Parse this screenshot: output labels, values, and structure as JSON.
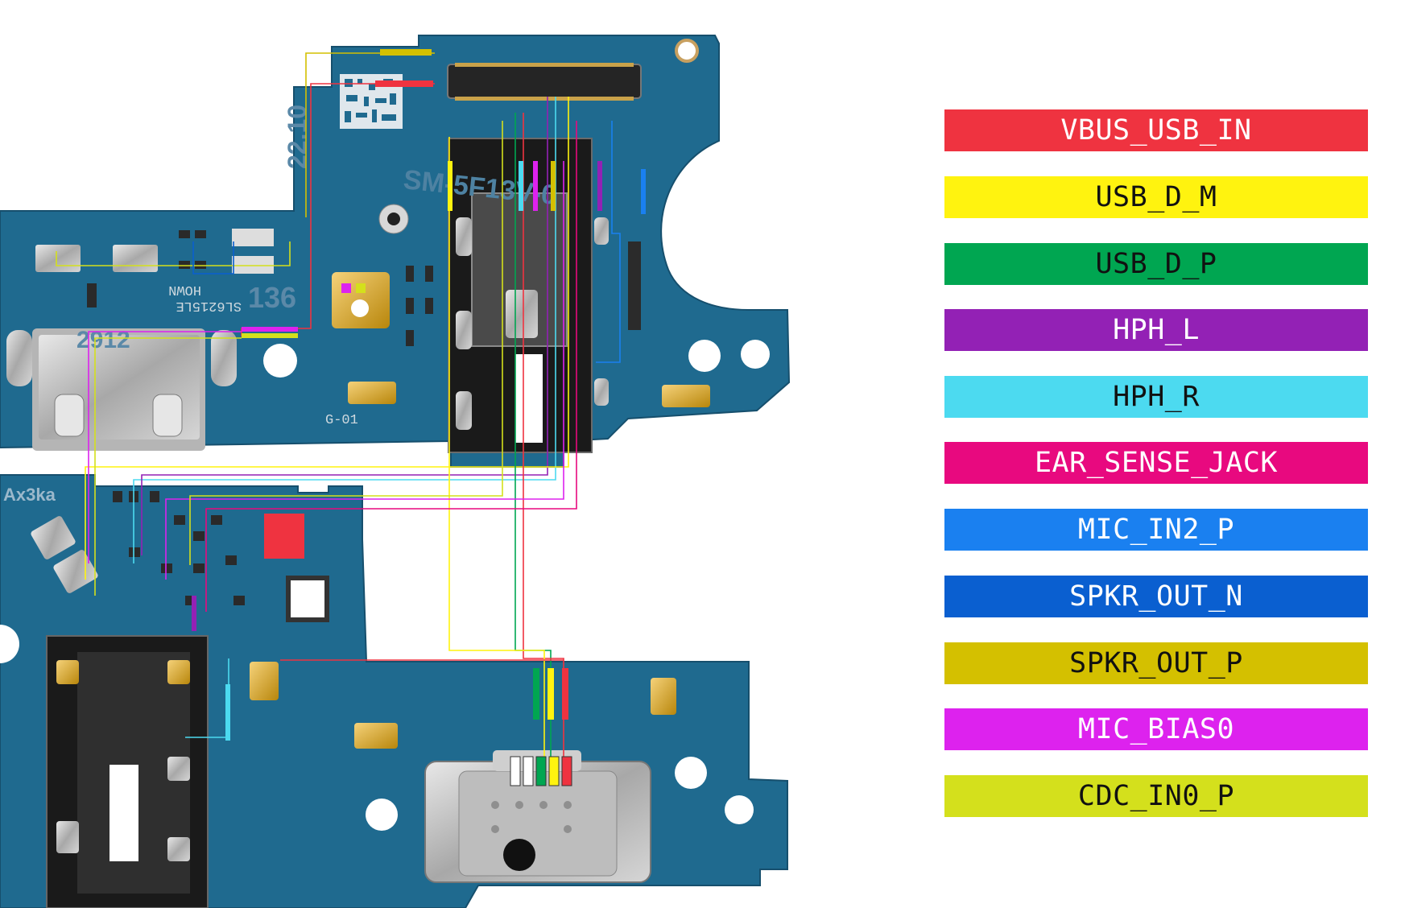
{
  "legend": [
    {
      "label": "VBUS_USB_IN",
      "color": "#ef3340",
      "text_color": "#ffffff"
    },
    {
      "label": "USB_D_M",
      "color": "#fff30f",
      "text_color": "#111111"
    },
    {
      "label": "USB_D_P",
      "color": "#00a651",
      "text_color": "#111111"
    },
    {
      "label": "HPH_L",
      "color": "#9321b5",
      "text_color": "#ffffff"
    },
    {
      "label": "HPH_R",
      "color": "#4cdaf0",
      "text_color": "#111111"
    },
    {
      "label": "EAR_SENSE_JACK",
      "color": "#e8097f",
      "text_color": "#ffffff"
    },
    {
      "label": "MIC_IN2_P",
      "color": "#1a80f0",
      "text_color": "#ffffff"
    },
    {
      "label": "SPKR_OUT_N",
      "color": "#0a5fd0",
      "text_color": "#ffffff"
    },
    {
      "label": "SPKR_OUT_P",
      "color": "#d4c000",
      "text_color": "#111111"
    },
    {
      "label": "MIC_BIAS0",
      "color": "#dd22ee",
      "text_color": "#ffffff"
    },
    {
      "label": "CDC_IN0_P",
      "color": "#d4e01c",
      "text_color": "#111111"
    }
  ],
  "board": {
    "pcb_color": "#1f6a8f",
    "silkscreen": {
      "model": "SM-5F13V-0",
      "part_code": "SL6215LE",
      "part_code_2": "HOWN",
      "number": "136",
      "year": "2912",
      "rev": "G-01",
      "date_vert": "22.10",
      "code_left": "Ax3ka"
    }
  }
}
